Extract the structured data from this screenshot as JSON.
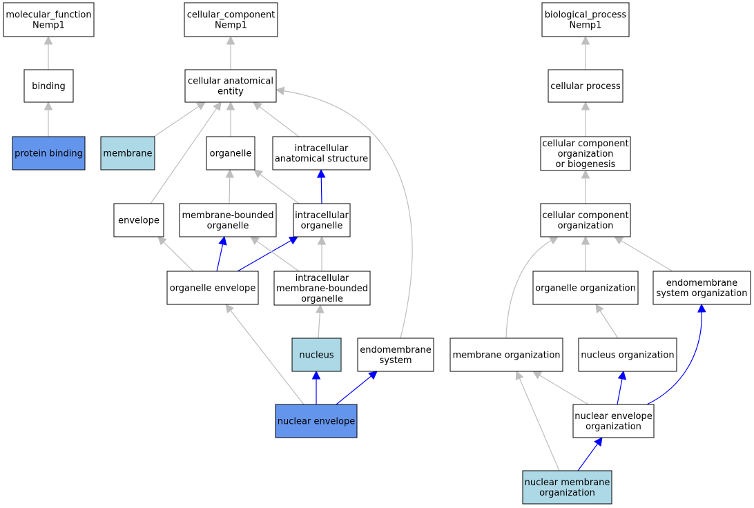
{
  "colors": {
    "plain": "#ffffff",
    "highlight_dark": "#6495ed",
    "highlight_light": "#add8e6",
    "edge_gray": "#bebebe",
    "edge_blue": "#0000ff",
    "border": "#000000"
  },
  "nodes": [
    {
      "id": "mf_root",
      "lines": [
        "molecular_function",
        "Nemp1"
      ],
      "fill": "plain"
    },
    {
      "id": "binding",
      "lines": [
        "binding"
      ],
      "fill": "plain"
    },
    {
      "id": "protein_binding",
      "lines": [
        "protein binding"
      ],
      "fill": "highlight_dark"
    },
    {
      "id": "cc_root",
      "lines": [
        "cellular_component",
        "Nemp1"
      ],
      "fill": "plain"
    },
    {
      "id": "cae",
      "lines": [
        "cellular anatomical",
        "entity"
      ],
      "fill": "plain"
    },
    {
      "id": "membrane",
      "lines": [
        "membrane"
      ],
      "fill": "highlight_light"
    },
    {
      "id": "organelle",
      "lines": [
        "organelle"
      ],
      "fill": "plain"
    },
    {
      "id": "ias",
      "lines": [
        "intracellular",
        "anatomical structure"
      ],
      "fill": "plain"
    },
    {
      "id": "envelope",
      "lines": [
        "envelope"
      ],
      "fill": "plain"
    },
    {
      "id": "mbo",
      "lines": [
        "membrane-bounded",
        "organelle"
      ],
      "fill": "plain"
    },
    {
      "id": "io",
      "lines": [
        "intracellular",
        "organelle"
      ],
      "fill": "plain"
    },
    {
      "id": "oe",
      "lines": [
        "organelle envelope"
      ],
      "fill": "plain"
    },
    {
      "id": "imbo",
      "lines": [
        "intracellular",
        "membrane-bounded",
        "organelle"
      ],
      "fill": "plain"
    },
    {
      "id": "nucleus",
      "lines": [
        "nucleus"
      ],
      "fill": "highlight_light"
    },
    {
      "id": "ems",
      "lines": [
        "endomembrane",
        "system"
      ],
      "fill": "plain"
    },
    {
      "id": "ne",
      "lines": [
        "nuclear envelope"
      ],
      "fill": "highlight_dark"
    },
    {
      "id": "bp_root",
      "lines": [
        "biological_process",
        "Nemp1"
      ],
      "fill": "plain"
    },
    {
      "id": "cp",
      "lines": [
        "cellular process"
      ],
      "fill": "plain"
    },
    {
      "id": "ccob",
      "lines": [
        "cellular component",
        "organization",
        "or biogenesis"
      ],
      "fill": "plain"
    },
    {
      "id": "cco",
      "lines": [
        "cellular component",
        "organization"
      ],
      "fill": "plain"
    },
    {
      "id": "oo",
      "lines": [
        "organelle organization"
      ],
      "fill": "plain"
    },
    {
      "id": "eso",
      "lines": [
        "endomembrane",
        "system organization"
      ],
      "fill": "plain"
    },
    {
      "id": "mo",
      "lines": [
        "membrane organization"
      ],
      "fill": "plain"
    },
    {
      "id": "no",
      "lines": [
        "nucleus organization"
      ],
      "fill": "plain"
    },
    {
      "id": "neo",
      "lines": [
        "nuclear envelope",
        "organization"
      ],
      "fill": "plain"
    },
    {
      "id": "nmo",
      "lines": [
        "nuclear membrane",
        "organization"
      ],
      "fill": "highlight_light"
    }
  ],
  "edges": [
    {
      "from": "binding",
      "to": "mf_root",
      "color": "edge_gray"
    },
    {
      "from": "protein_binding",
      "to": "binding",
      "color": "edge_gray"
    },
    {
      "from": "cae",
      "to": "cc_root",
      "color": "edge_gray"
    },
    {
      "from": "membrane",
      "to": "cae",
      "color": "edge_gray"
    },
    {
      "from": "envelope",
      "to": "cae",
      "color": "edge_gray"
    },
    {
      "from": "organelle",
      "to": "cae",
      "color": "edge_gray"
    },
    {
      "from": "ias",
      "to": "cae",
      "color": "edge_gray"
    },
    {
      "from": "ems",
      "to": "cae",
      "color": "edge_gray"
    },
    {
      "from": "mbo",
      "to": "organelle",
      "color": "edge_gray"
    },
    {
      "from": "io",
      "to": "organelle",
      "color": "edge_gray"
    },
    {
      "from": "io",
      "to": "ias",
      "color": "edge_blue"
    },
    {
      "from": "oe",
      "to": "envelope",
      "color": "edge_gray"
    },
    {
      "from": "oe",
      "to": "mbo",
      "color": "edge_blue"
    },
    {
      "from": "oe",
      "to": "io",
      "color": "edge_blue"
    },
    {
      "from": "imbo",
      "to": "mbo",
      "color": "edge_gray"
    },
    {
      "from": "imbo",
      "to": "io",
      "color": "edge_gray"
    },
    {
      "from": "nucleus",
      "to": "imbo",
      "color": "edge_gray"
    },
    {
      "from": "ne",
      "to": "oe",
      "color": "edge_gray"
    },
    {
      "from": "ne",
      "to": "nucleus",
      "color": "edge_blue"
    },
    {
      "from": "ne",
      "to": "ems",
      "color": "edge_blue"
    },
    {
      "from": "cp",
      "to": "bp_root",
      "color": "edge_gray"
    },
    {
      "from": "ccob",
      "to": "cp",
      "color": "edge_gray"
    },
    {
      "from": "cco",
      "to": "ccob",
      "color": "edge_gray"
    },
    {
      "from": "mo",
      "to": "cco",
      "color": "edge_gray"
    },
    {
      "from": "oo",
      "to": "cco",
      "color": "edge_gray"
    },
    {
      "from": "eso",
      "to": "cco",
      "color": "edge_gray"
    },
    {
      "from": "no",
      "to": "oo",
      "color": "edge_gray"
    },
    {
      "from": "neo",
      "to": "mo",
      "color": "edge_gray"
    },
    {
      "from": "neo",
      "to": "no",
      "color": "edge_blue"
    },
    {
      "from": "neo",
      "to": "eso",
      "color": "edge_blue"
    },
    {
      "from": "nmo",
      "to": "mo",
      "color": "edge_gray"
    },
    {
      "from": "nmo",
      "to": "neo",
      "color": "edge_blue"
    }
  ]
}
